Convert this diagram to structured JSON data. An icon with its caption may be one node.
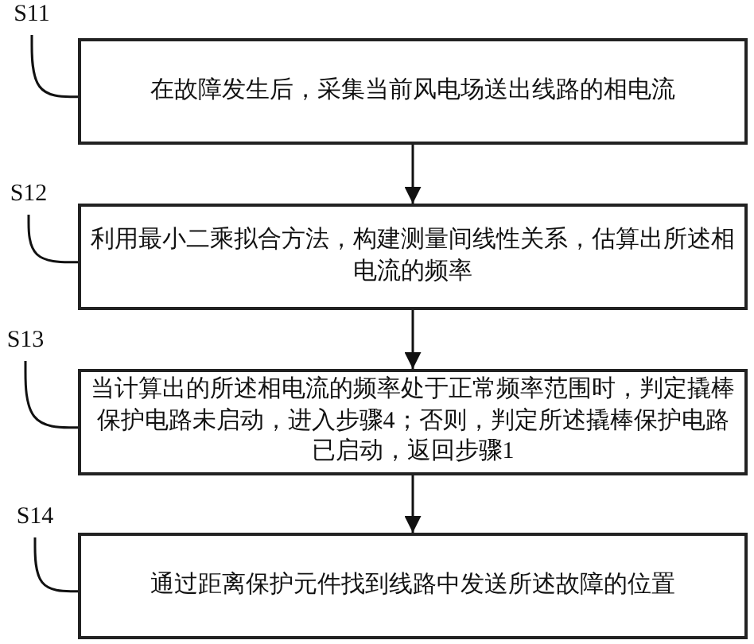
{
  "diagram": {
    "nodes": [
      {
        "text": [
          "S11"
        ]
      },
      {
        "text": [
          "在故障发生后，采集当前风电场送出线路的相电流"
        ]
      },
      {
        "text": [
          "S12"
        ]
      },
      {
        "text": [
          "利用最小二乘拟合方法，构建测量间线性关系，估算出所述相电流的频率"
        ]
      },
      {
        "text": [
          "S13"
        ]
      },
      {
        "text": [
          "当计算出的所述相电流的频率处于正常频率范围时，判定撬棒保护电路未启动，进入步骤4；否则，判定所述撬棒保护电路已启动，返回步骤1"
        ]
      },
      {
        "text": [
          "S14"
        ]
      },
      {
        "text": [
          "通过距离保护元件找到线路中发送所述故障的位置"
        ]
      }
    ],
    "edges": [
      {
        "from": 0,
        "to": 1,
        "arrow": "none"
      },
      {
        "from": 1,
        "to": 3,
        "arrow": "to"
      },
      {
        "from": 2,
        "to": 3,
        "arrow": "none"
      },
      {
        "from": 3,
        "to": 5,
        "arrow": "to"
      },
      {
        "from": 4,
        "to": 5,
        "arrow": "none"
      },
      {
        "from": 5,
        "to": 7,
        "arrow": "to"
      },
      {
        "from": 6,
        "to": 7,
        "arrow": "none"
      }
    ]
  }
}
